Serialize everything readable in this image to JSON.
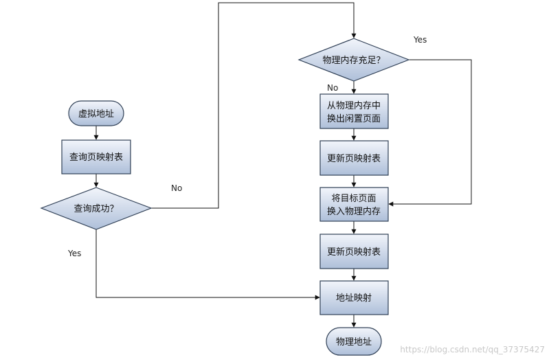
{
  "nodes": {
    "virtual_address": {
      "lines": [
        "虚拟地址"
      ],
      "shape": "terminator"
    },
    "lookup_page_table": {
      "lines": [
        "查询页映射表"
      ],
      "shape": "process"
    },
    "lookup_success": {
      "lines": [
        "查询成功？"
      ],
      "shape": "decision"
    },
    "memory_sufficient": {
      "lines": [
        "物理内存充足？"
      ],
      "shape": "decision"
    },
    "swap_out_idle": {
      "lines": [
        "从物理内存中",
        "换出闲置页面"
      ],
      "shape": "process"
    },
    "update_table_1": {
      "lines": [
        "更新页映射表"
      ],
      "shape": "process"
    },
    "swap_in_target": {
      "lines": [
        "将目标页面",
        "换入物理内存"
      ],
      "shape": "process"
    },
    "update_table_2": {
      "lines": [
        "更新页映射表"
      ],
      "shape": "process"
    },
    "address_mapping": {
      "lines": [
        "地址映射"
      ],
      "shape": "process"
    },
    "physical_address": {
      "lines": [
        "物理地址"
      ],
      "shape": "terminator"
    }
  },
  "edges": [
    {
      "from": "virtual_address",
      "to": "lookup_page_table",
      "label": ""
    },
    {
      "from": "lookup_page_table",
      "to": "lookup_success",
      "label": ""
    },
    {
      "from": "lookup_success",
      "to": "memory_sufficient",
      "label": "No"
    },
    {
      "from": "lookup_success",
      "to": "address_mapping",
      "label": "Yes"
    },
    {
      "from": "memory_sufficient",
      "to": "swap_out_idle",
      "label": "No"
    },
    {
      "from": "memory_sufficient",
      "to": "swap_in_target",
      "label": "Yes"
    },
    {
      "from": "swap_out_idle",
      "to": "update_table_1",
      "label": ""
    },
    {
      "from": "update_table_1",
      "to": "swap_in_target",
      "label": ""
    },
    {
      "from": "swap_in_target",
      "to": "update_table_2",
      "label": ""
    },
    {
      "from": "update_table_2",
      "to": "address_mapping",
      "label": ""
    },
    {
      "from": "address_mapping",
      "to": "physical_address",
      "label": ""
    }
  ],
  "watermark": "https://blog.csdn.net/qq_37375427",
  "colors": {
    "node_fill_light": "#f2f5fb",
    "node_fill_dark": "#aebfd9",
    "node_stroke": "#2f3f55",
    "line": "#111111"
  }
}
